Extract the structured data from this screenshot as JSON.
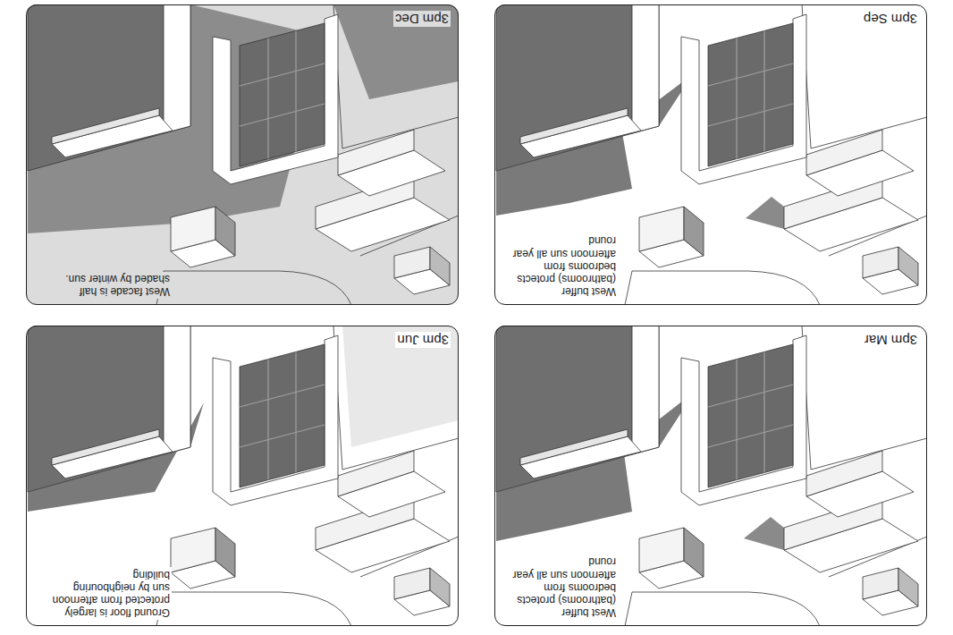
{
  "diagram": {
    "nodes": [
      {
        "text": [
          "3pm Mar",
          "West buffer (bathrooms) protects bedrooms from afternoon sun all year round"
        ]
      },
      {
        "text": [
          "3pm Jun",
          "Ground floor is largely protected from afternoon sun by neighbouring building"
        ]
      },
      {
        "text": [
          "3pm Sep",
          "West buffer (bathrooms) protects bedrooms from afternoon sun all year round"
        ]
      },
      {
        "text": [
          "3pm Dec",
          "West facade is half shaded by winter sun."
        ]
      }
    ]
  }
}
